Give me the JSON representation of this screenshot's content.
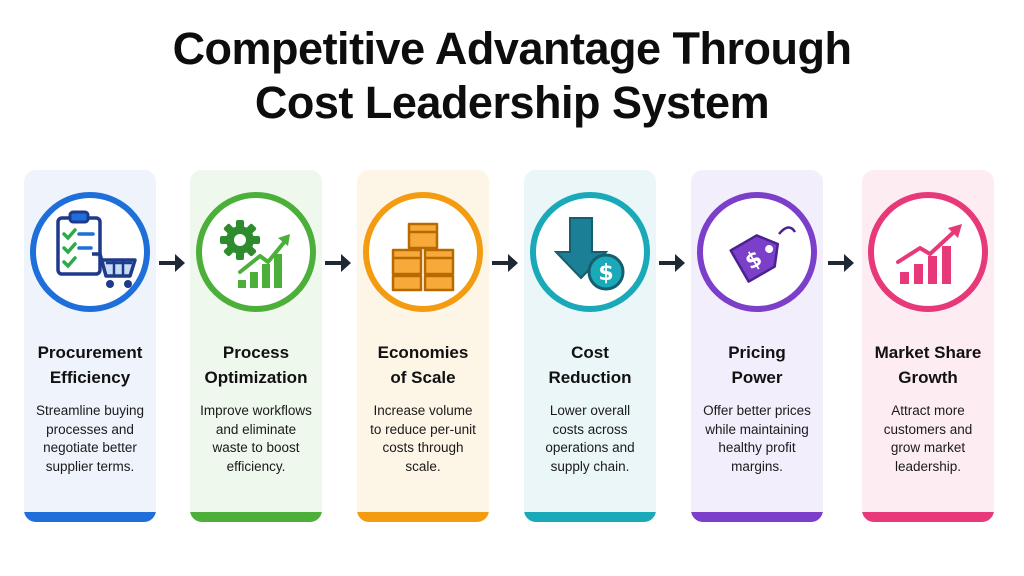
{
  "title": {
    "line1": "Competitive Advantage Through",
    "line2": "Cost Leadership System"
  },
  "steps": [
    {
      "heading": "Procurement\nEfficiency",
      "description": "Streamline buying\nprocesses and\nnegotiate better\nsupplier terms.",
      "icon": "clipboard-cart-icon",
      "accent": "#1e6fd9",
      "background": "#eef3fc"
    },
    {
      "heading": "Process\nOptimization",
      "description": "Improve workflows\nand eliminate\nwaste to boost\nefficiency.",
      "icon": "gear-growth-icon",
      "accent": "#4caf3a",
      "background": "#eef8ec"
    },
    {
      "heading": "Economies\nof Scale",
      "description": "Increase volume\nto reduce per-unit\ncosts through\nscale.",
      "icon": "stacked-boxes-icon",
      "accent": "#f39c12",
      "background": "#fdf6e6"
    },
    {
      "heading": "Cost\nReduction",
      "description": "Lower overall\ncosts across\noperations and\nsupply chain.",
      "icon": "down-arrow-dollar-icon",
      "accent": "#1aa9b8",
      "background": "#eaf6f8"
    },
    {
      "heading": "Pricing\nPower",
      "description": "Offer better prices\nwhile maintaining\nhealthy profit\nmargins.",
      "icon": "price-tag-icon",
      "accent": "#7b3fc9",
      "background": "#f3eefb"
    },
    {
      "heading": "Market Share\nGrowth",
      "description": "Attract more\ncustomers and\ngrow market\nleadership.",
      "icon": "growth-chart-icon",
      "accent": "#e7387a",
      "background": "#fdedf3"
    }
  ],
  "connector_color": "#1f2933"
}
